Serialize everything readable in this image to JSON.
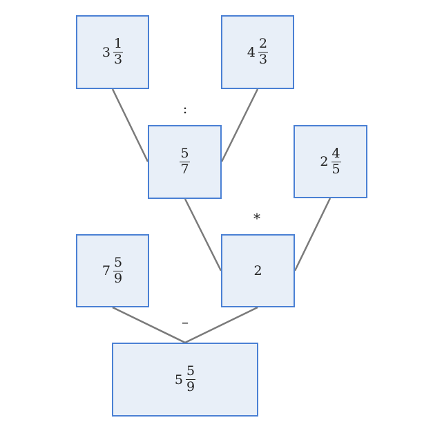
{
  "nodes": {
    "a": {
      "whole": "3",
      "numerator": "1",
      "denominator": "3"
    },
    "b": {
      "whole": "4",
      "numerator": "2",
      "denominator": "3"
    },
    "c": {
      "whole": "",
      "numerator": "5",
      "denominator": "7"
    },
    "d": {
      "whole": "2",
      "numerator": "4",
      "denominator": "5"
    },
    "e": {
      "whole": "7",
      "numerator": "5",
      "denominator": "9"
    },
    "f": {
      "value": "2"
    },
    "g": {
      "whole": "5",
      "numerator": "5",
      "denominator": "9"
    }
  },
  "operators": {
    "first": ":",
    "second": "*",
    "third": "–"
  },
  "colors": {
    "box_fill": "#e8eff8",
    "box_border": "#4a80d4",
    "connector": "#7a7a7a"
  }
}
